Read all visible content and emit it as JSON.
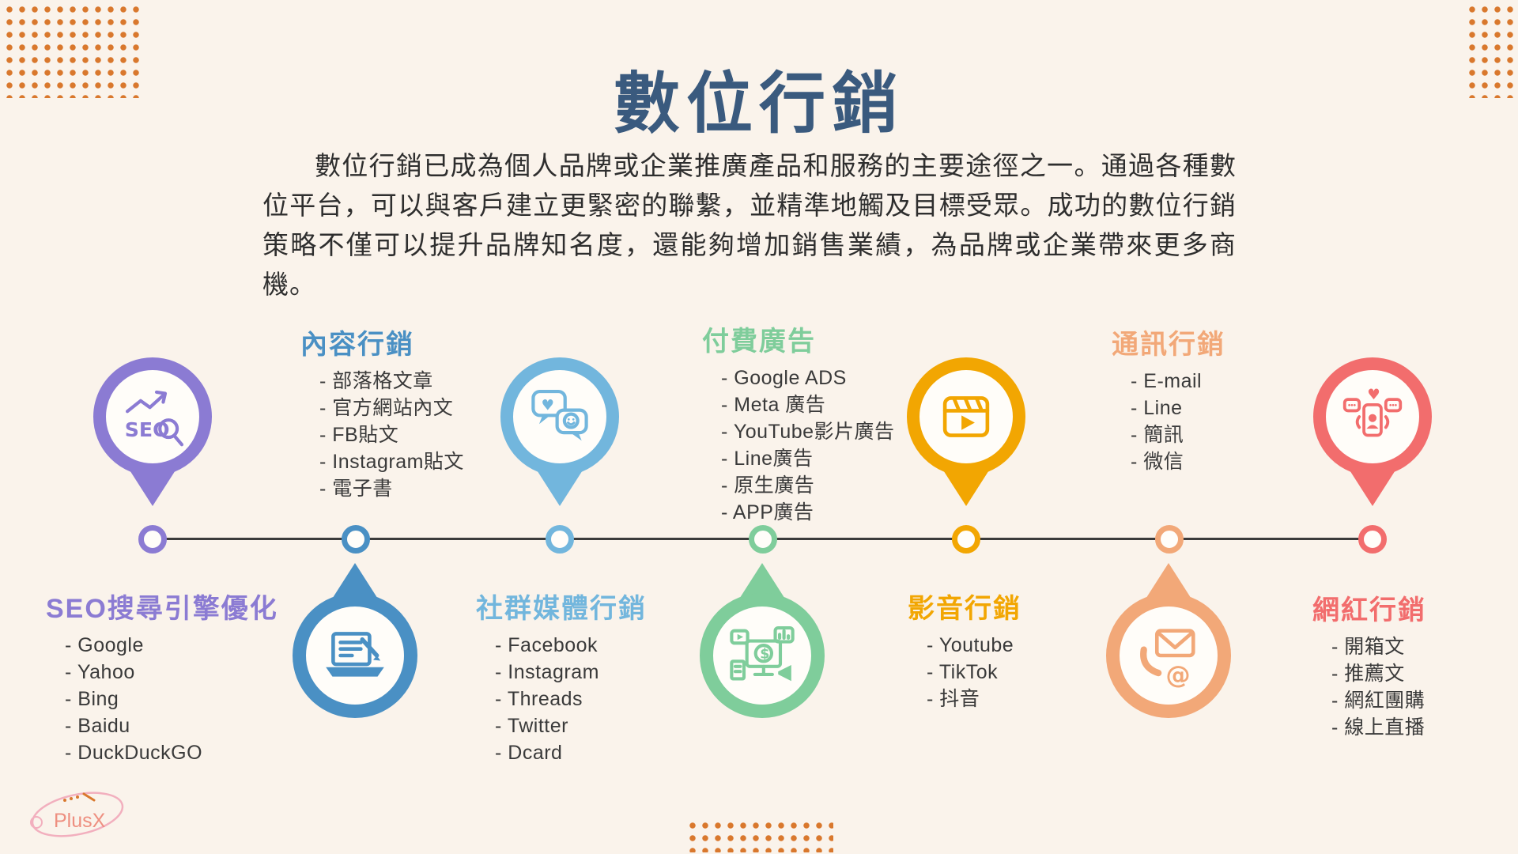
{
  "slide": {
    "title": "數位行銷",
    "intro": "數位行銷已成為個人品牌或企業推廣產品和服務的主要途徑之一。通過各種數位平台，可以與客戶建立更緊密的聯繫，並精準地觸及目標受眾。成功的數位行銷策略不僅可以提升品牌知名度，還能夠增加銷售業績，為品牌或企業帶來更多商機。"
  },
  "colors": {
    "background": "#FAF3EB",
    "title_navy": "#3A5A7E",
    "body_text": "#3A3A3A",
    "timeline_line": "#3B3B3B",
    "dots_orange": "#D9782D"
  },
  "categories": [
    {
      "title": "SEO搜尋引擎優化",
      "color": "#8B7BD3",
      "icon": "seo-magnifier-icon",
      "items": [
        "- Google",
        "- Yahoo",
        "- Bing",
        "- Baidu",
        "- DuckDuckGO"
      ]
    },
    {
      "title": "內容行銷",
      "color": "#4A90C4",
      "icon": "laptop-writing-icon",
      "items": [
        "- 部落格文章",
        "- 官方網站內文",
        "- FB貼文",
        "- Instagram貼文",
        "- 電子書"
      ]
    },
    {
      "title": "社群媒體行銷",
      "color": "#72B6DD",
      "icon": "chat-bubbles-icon",
      "items": [
        "- Facebook",
        "- Instagram",
        "- Threads",
        "- Twitter",
        "- Dcard"
      ]
    },
    {
      "title": "付費廣告",
      "color": "#7FCD9B",
      "icon": "ads-monitor-icon",
      "items": [
        "- Google ADS",
        "- Meta 廣告",
        "- YouTube影片廣告",
        "- Line廣告",
        "- 原生廣告",
        "- APP廣告"
      ]
    },
    {
      "title": "影音行銷",
      "color": "#F2A602",
      "icon": "video-clapper-icon",
      "items": [
        "- Youtube",
        "- TikTok",
        "- 抖音"
      ]
    },
    {
      "title": "通訊行銷",
      "color": "#F2A878",
      "icon": "mail-phone-icon",
      "items": [
        "- E-mail",
        "- Line",
        "- 簡訊",
        "- 微信"
      ]
    },
    {
      "title": "網紅行銷",
      "color": "#F26D6D",
      "icon": "influencer-phone-icon",
      "items": [
        "- 開箱文",
        "- 推薦文",
        "- 網紅團購",
        "- 線上直播"
      ]
    }
  ],
  "logo": {
    "label": "PlusX"
  }
}
